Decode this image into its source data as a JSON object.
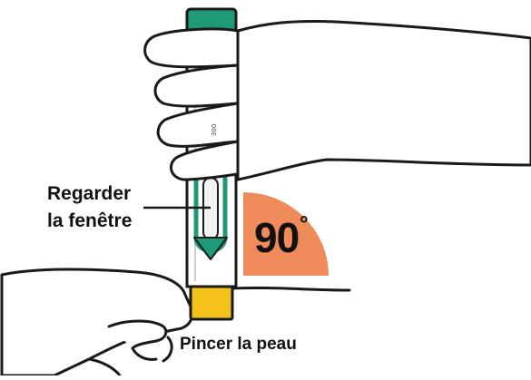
{
  "labels": {
    "window_line1": "Regarder",
    "window_line2": "la fenêtre",
    "pinch": "Pincer la peau",
    "angle_value": "90",
    "angle_unit": "°",
    "pen_scale_text": "300"
  },
  "colors": {
    "pen_cap": "#1f9a78",
    "pen_window": "#1f9a78",
    "pen_base": "#f4c21b",
    "angle_wedge": "#ef8a5b",
    "outline": "#1a1a1a"
  },
  "icons": [
    "hand-holding-pen",
    "pinched-skin-hand",
    "injection-pen",
    "angle-indicator"
  ]
}
